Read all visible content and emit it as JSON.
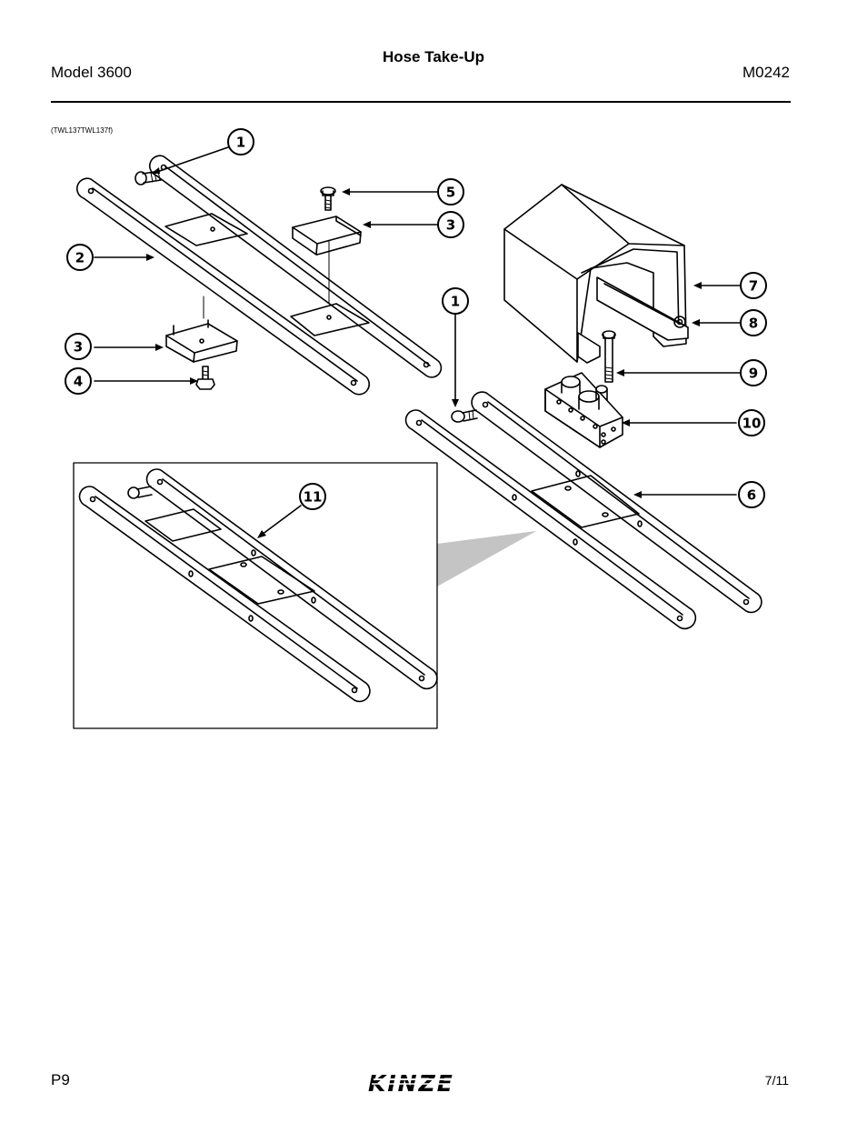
{
  "header": {
    "title": "Hose Take-Up",
    "model": "Model 3600",
    "code": "M0242"
  },
  "figure": {
    "ref": "(TWL137TWL137f)",
    "callouts": [
      "1",
      "5",
      "3",
      "2",
      "3",
      "4",
      "1",
      "7",
      "8",
      "9",
      "10",
      "6",
      "11"
    ]
  },
  "footer": {
    "page": "P9",
    "brand": "KINZE",
    "date": "7/11"
  },
  "colors": {
    "ink": "#000000",
    "shade": "#c4c4c4"
  }
}
